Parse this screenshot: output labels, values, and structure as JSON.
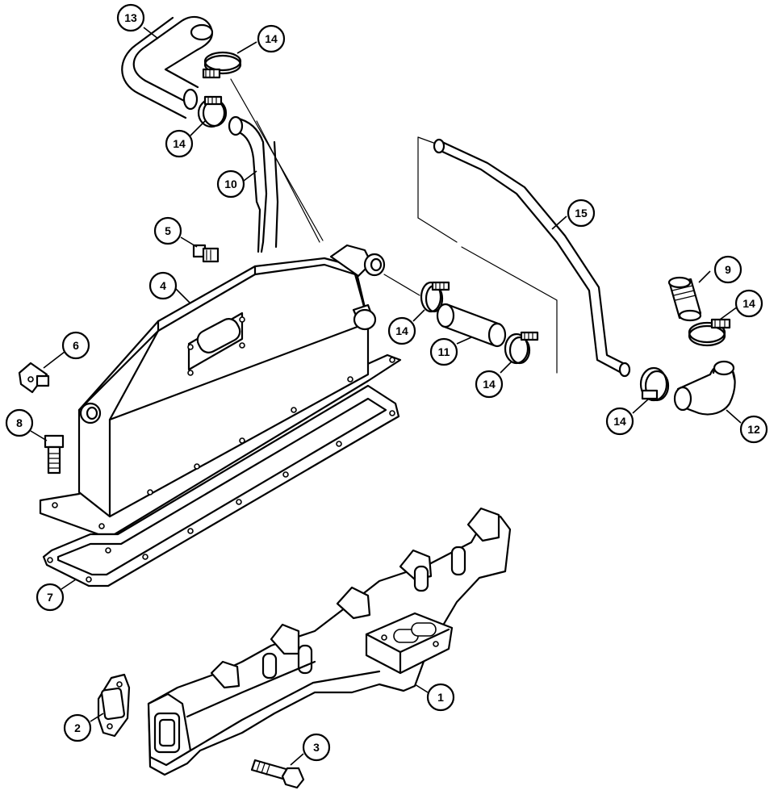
{
  "callouts": [
    {
      "id": "c13",
      "label": "13"
    },
    {
      "id": "c14a",
      "label": "14"
    },
    {
      "id": "c14b",
      "label": "14"
    },
    {
      "id": "c10",
      "label": "10"
    },
    {
      "id": "c15",
      "label": "15"
    },
    {
      "id": "c5",
      "label": "5"
    },
    {
      "id": "c4",
      "label": "4"
    },
    {
      "id": "c9",
      "label": "9"
    },
    {
      "id": "c14c",
      "label": "14"
    },
    {
      "id": "c6",
      "label": "6"
    },
    {
      "id": "c11",
      "label": "11"
    },
    {
      "id": "c14d",
      "label": "14"
    },
    {
      "id": "c14e",
      "label": "14"
    },
    {
      "id": "c14f",
      "label": "14"
    },
    {
      "id": "c8",
      "label": "8"
    },
    {
      "id": "c12",
      "label": "12"
    },
    {
      "id": "c7",
      "label": "7"
    },
    {
      "id": "c1",
      "label": "1"
    },
    {
      "id": "c2",
      "label": "2"
    },
    {
      "id": "c3",
      "label": "3"
    }
  ]
}
